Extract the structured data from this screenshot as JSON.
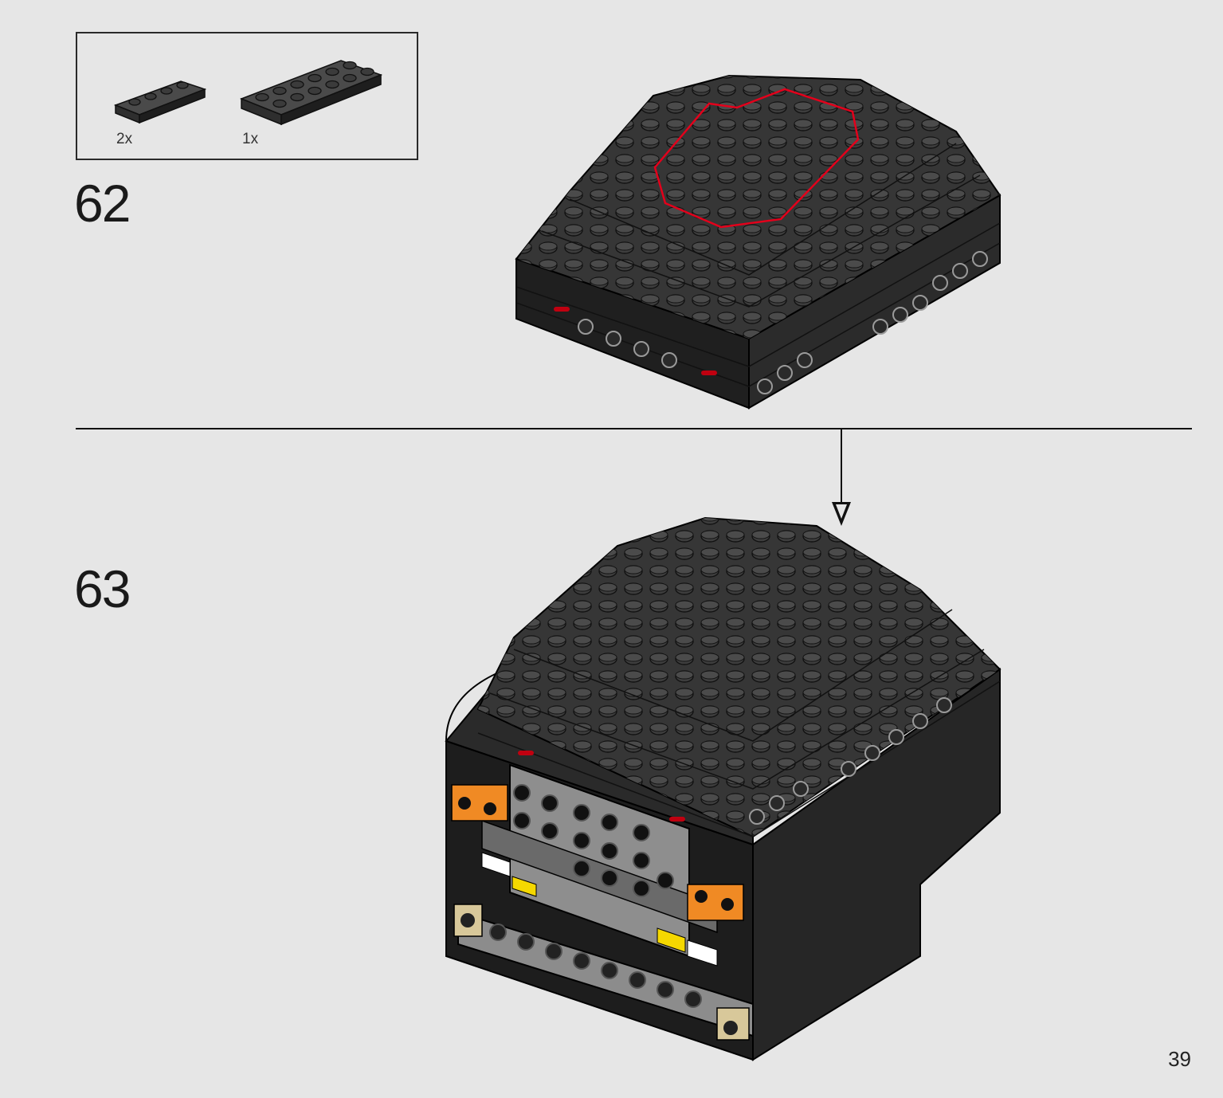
{
  "page": {
    "number": "39"
  },
  "steps": [
    {
      "number": "62",
      "parts": [
        {
          "qty": "2x",
          "part": "dark-gray-plate-1x4"
        },
        {
          "qty": "1x",
          "part": "dark-gray-plate-2x6"
        }
      ]
    },
    {
      "number": "63"
    }
  ],
  "colors": {
    "background": "#e6e6e6",
    "brick": "#3a3a3a",
    "highlight": "#e3001b",
    "accent_orange": "#f08a24",
    "accent_yellow": "#f5d800",
    "accent_tan": "#d8c89a"
  }
}
